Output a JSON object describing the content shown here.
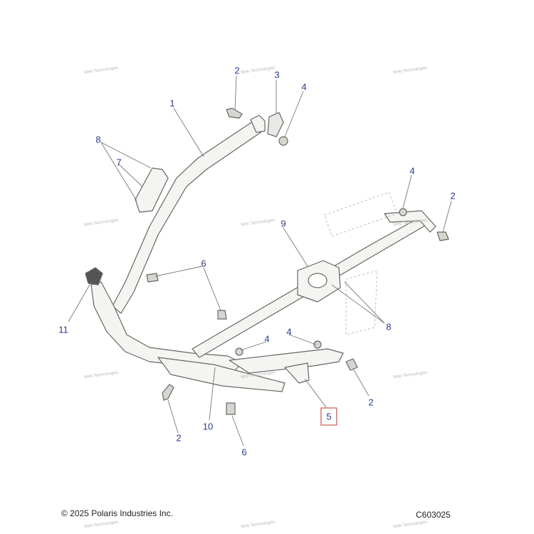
{
  "footer": {
    "copyright": "© 2025 Polaris Industries Inc.",
    "diagram_code": "C603025"
  },
  "watermark_text": "Web Technologies",
  "callouts": [
    {
      "id": "c1",
      "label": "1"
    },
    {
      "id": "c2a",
      "label": "2"
    },
    {
      "id": "c3",
      "label": "3"
    },
    {
      "id": "c4a",
      "label": "4"
    },
    {
      "id": "c8a",
      "label": "8"
    },
    {
      "id": "c7",
      "label": "7"
    },
    {
      "id": "c4b",
      "label": "4"
    },
    {
      "id": "c2b",
      "label": "2"
    },
    {
      "id": "c9",
      "label": "9"
    },
    {
      "id": "c6a",
      "label": "6"
    },
    {
      "id": "c11",
      "label": "11"
    },
    {
      "id": "c8b",
      "label": "8"
    },
    {
      "id": "c4c",
      "label": "4"
    },
    {
      "id": "c4d",
      "label": "4"
    },
    {
      "id": "c2c",
      "label": "2"
    },
    {
      "id": "c10",
      "label": "10"
    },
    {
      "id": "c2d",
      "label": "2"
    },
    {
      "id": "c6b",
      "label": "6"
    },
    {
      "id": "c5",
      "label": "5",
      "highlighted": true
    }
  ],
  "colors": {
    "callout": "#2a3b8f",
    "highlight_box": "#c0392b",
    "part_fill": "#f4f4f1",
    "part_stroke": "#666666"
  }
}
